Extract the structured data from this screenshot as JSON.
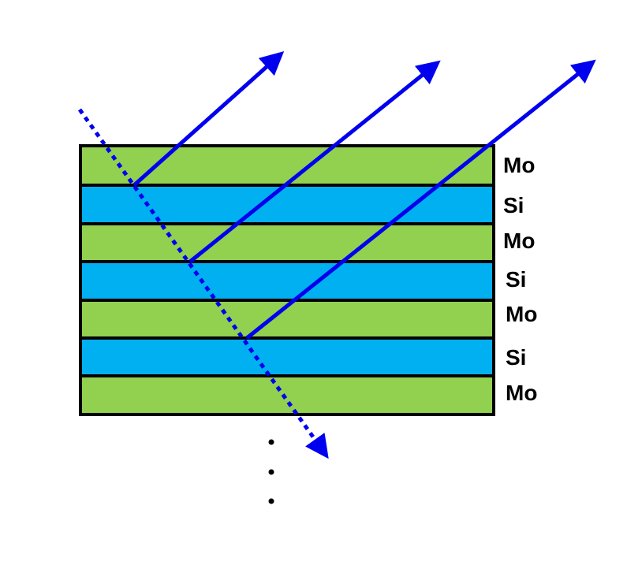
{
  "diagram": {
    "layers": [
      {
        "material": "Mo",
        "label": "Mo",
        "color": "#92d050"
      },
      {
        "material": "Si",
        "label": "Si",
        "color": "#00b0f0"
      },
      {
        "material": "Mo",
        "label": "Mo",
        "color": "#92d050"
      },
      {
        "material": "Si",
        "label": "Si",
        "color": "#00b0f0"
      },
      {
        "material": "Mo",
        "label": "Mo",
        "color": "#92d050"
      },
      {
        "material": "Si",
        "label": "Si",
        "color": "#00b0f0"
      },
      {
        "material": "Mo",
        "label": "Mo",
        "color": "#92d050"
      }
    ],
    "beam_color": "#0000ee",
    "border_color": "#000000",
    "continuation_marks": 3
  }
}
